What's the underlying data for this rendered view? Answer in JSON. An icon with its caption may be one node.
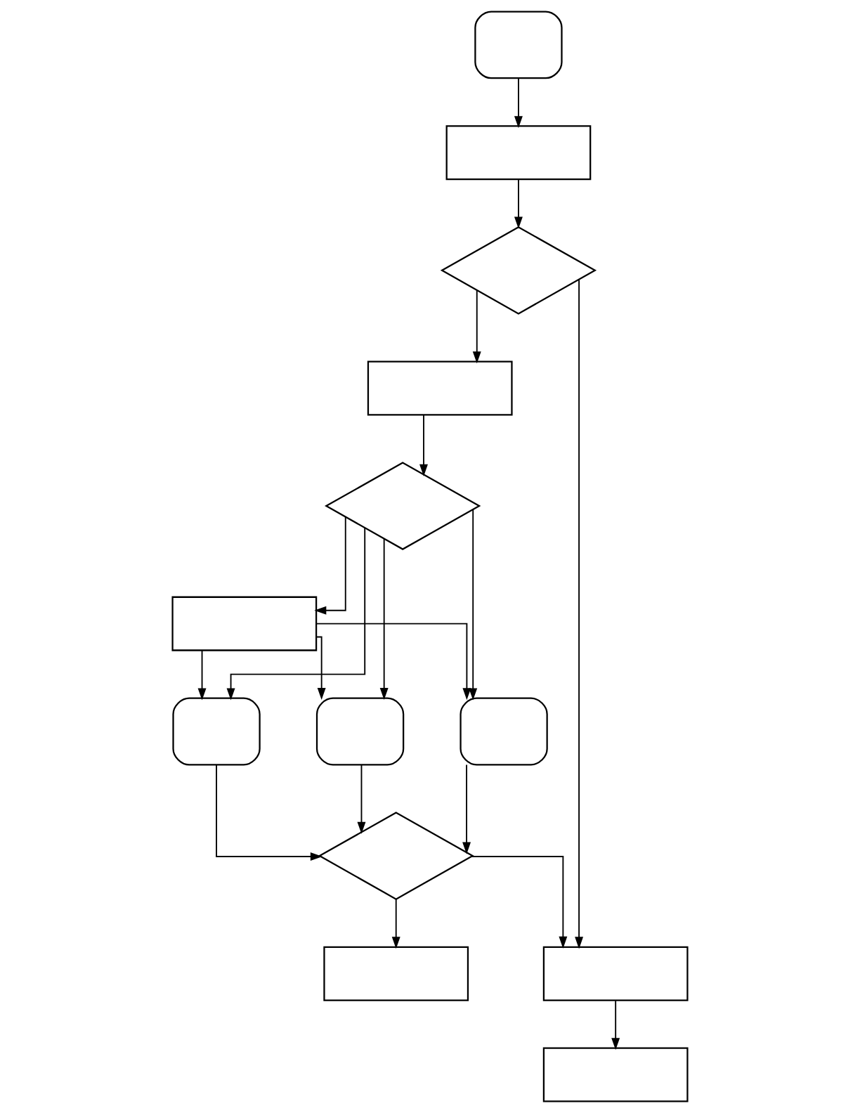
{
  "diagram": {
    "nodes": [
      {
        "text": [],
        "shape": "box"
      },
      {
        "text": [],
        "shape": "box"
      },
      {
        "text": [],
        "shape": "diamond"
      },
      {
        "text": [],
        "shape": "box"
      },
      {
        "text": [],
        "shape": "diamond"
      },
      {
        "text": [],
        "shape": "box"
      },
      {
        "text": [],
        "shape": "box"
      },
      {
        "text": [],
        "shape": "box"
      },
      {
        "text": [],
        "shape": "box"
      },
      {
        "text": [],
        "shape": "diamond"
      },
      {
        "text": [],
        "shape": "box"
      },
      {
        "text": [],
        "shape": "box"
      },
      {
        "text": [],
        "shape": "box"
      }
    ],
    "edges": [
      {
        "from": 0,
        "to": 1,
        "arrow": "to"
      },
      {
        "from": 1,
        "to": 2,
        "arrow": "to"
      },
      {
        "from": 2,
        "to": 11,
        "arrow": "to"
      },
      {
        "from": 2,
        "to": 3,
        "arrow": "to"
      },
      {
        "from": 3,
        "to": 4,
        "arrow": "to"
      },
      {
        "from": 4,
        "to": 5,
        "arrow": "to"
      },
      {
        "from": 4,
        "to": 6,
        "arrow": "to"
      },
      {
        "from": 4,
        "to": 7,
        "arrow": "to"
      },
      {
        "from": 4,
        "to": 8,
        "arrow": "to"
      },
      {
        "from": 5,
        "to": 6,
        "arrow": "to"
      },
      {
        "from": 5,
        "to": 7,
        "arrow": "to"
      },
      {
        "from": 5,
        "to": 8,
        "arrow": "to"
      },
      {
        "from": 6,
        "to": 9,
        "arrow": "to"
      },
      {
        "from": 7,
        "to": 9,
        "arrow": "to"
      },
      {
        "from": 8,
        "to": 9,
        "arrow": "to"
      },
      {
        "from": 9,
        "to": 10,
        "arrow": "to"
      },
      {
        "from": 9,
        "to": 11,
        "arrow": "to"
      },
      {
        "from": 11,
        "to": 12,
        "arrow": "to"
      }
    ]
  }
}
